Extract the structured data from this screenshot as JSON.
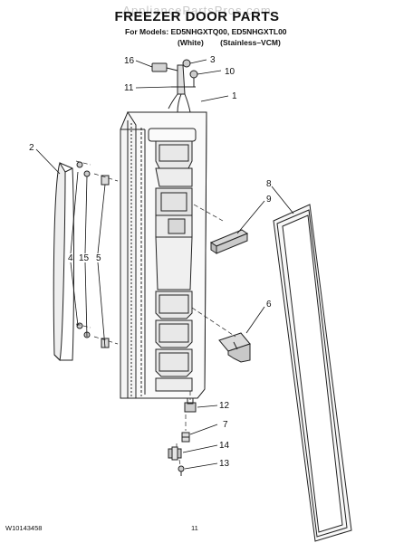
{
  "watermark": "AppliancePartsPros.com",
  "title": "FREEZER DOOR PARTS",
  "models_line": "For Models: ED5NHGXTQ00, ED5NHGXTL00",
  "variants": [
    "(White)",
    "(Stainless–VCM)"
  ],
  "part_labels": {
    "p1": "1",
    "p2": "2",
    "p3": "3",
    "p4": "4",
    "p5": "5",
    "p6": "6",
    "p7": "7",
    "p8": "8",
    "p9": "9",
    "p10": "10",
    "p11": "11",
    "p12": "12",
    "p13": "13",
    "p14": "14",
    "p15": "15",
    "p16": "16"
  },
  "footer": {
    "doc_number": "W10143458",
    "page_number": "11"
  }
}
